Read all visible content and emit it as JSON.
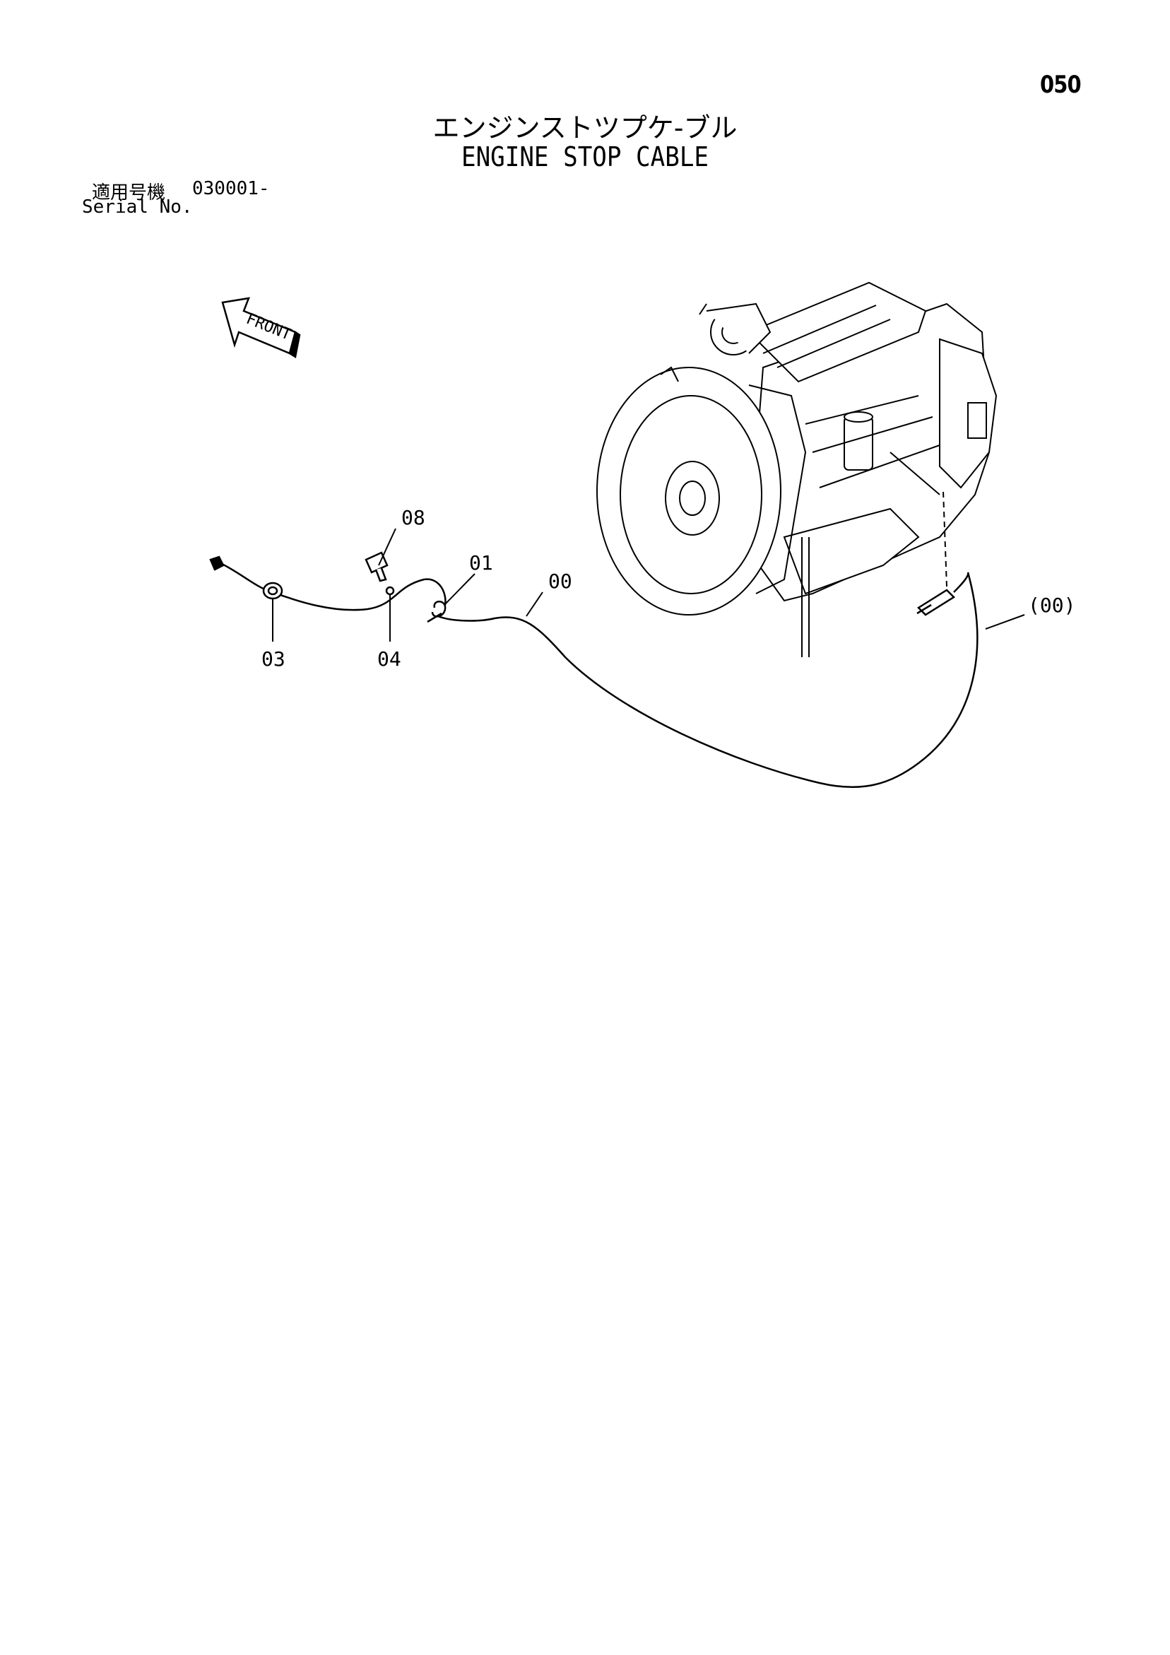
{
  "page_number": "050",
  "title_jp": "エンジンストツプケ-ブル",
  "title_en": "ENGINE STOP CABLE",
  "serial": {
    "label_jp": "適用号機",
    "value": "030001-",
    "label_en": "Serial No."
  },
  "front_label": "FRONT",
  "callouts": {
    "c08": "08",
    "c01": "01",
    "c00": "00",
    "c03": "03",
    "c04": "04",
    "c00b": "(00)"
  }
}
